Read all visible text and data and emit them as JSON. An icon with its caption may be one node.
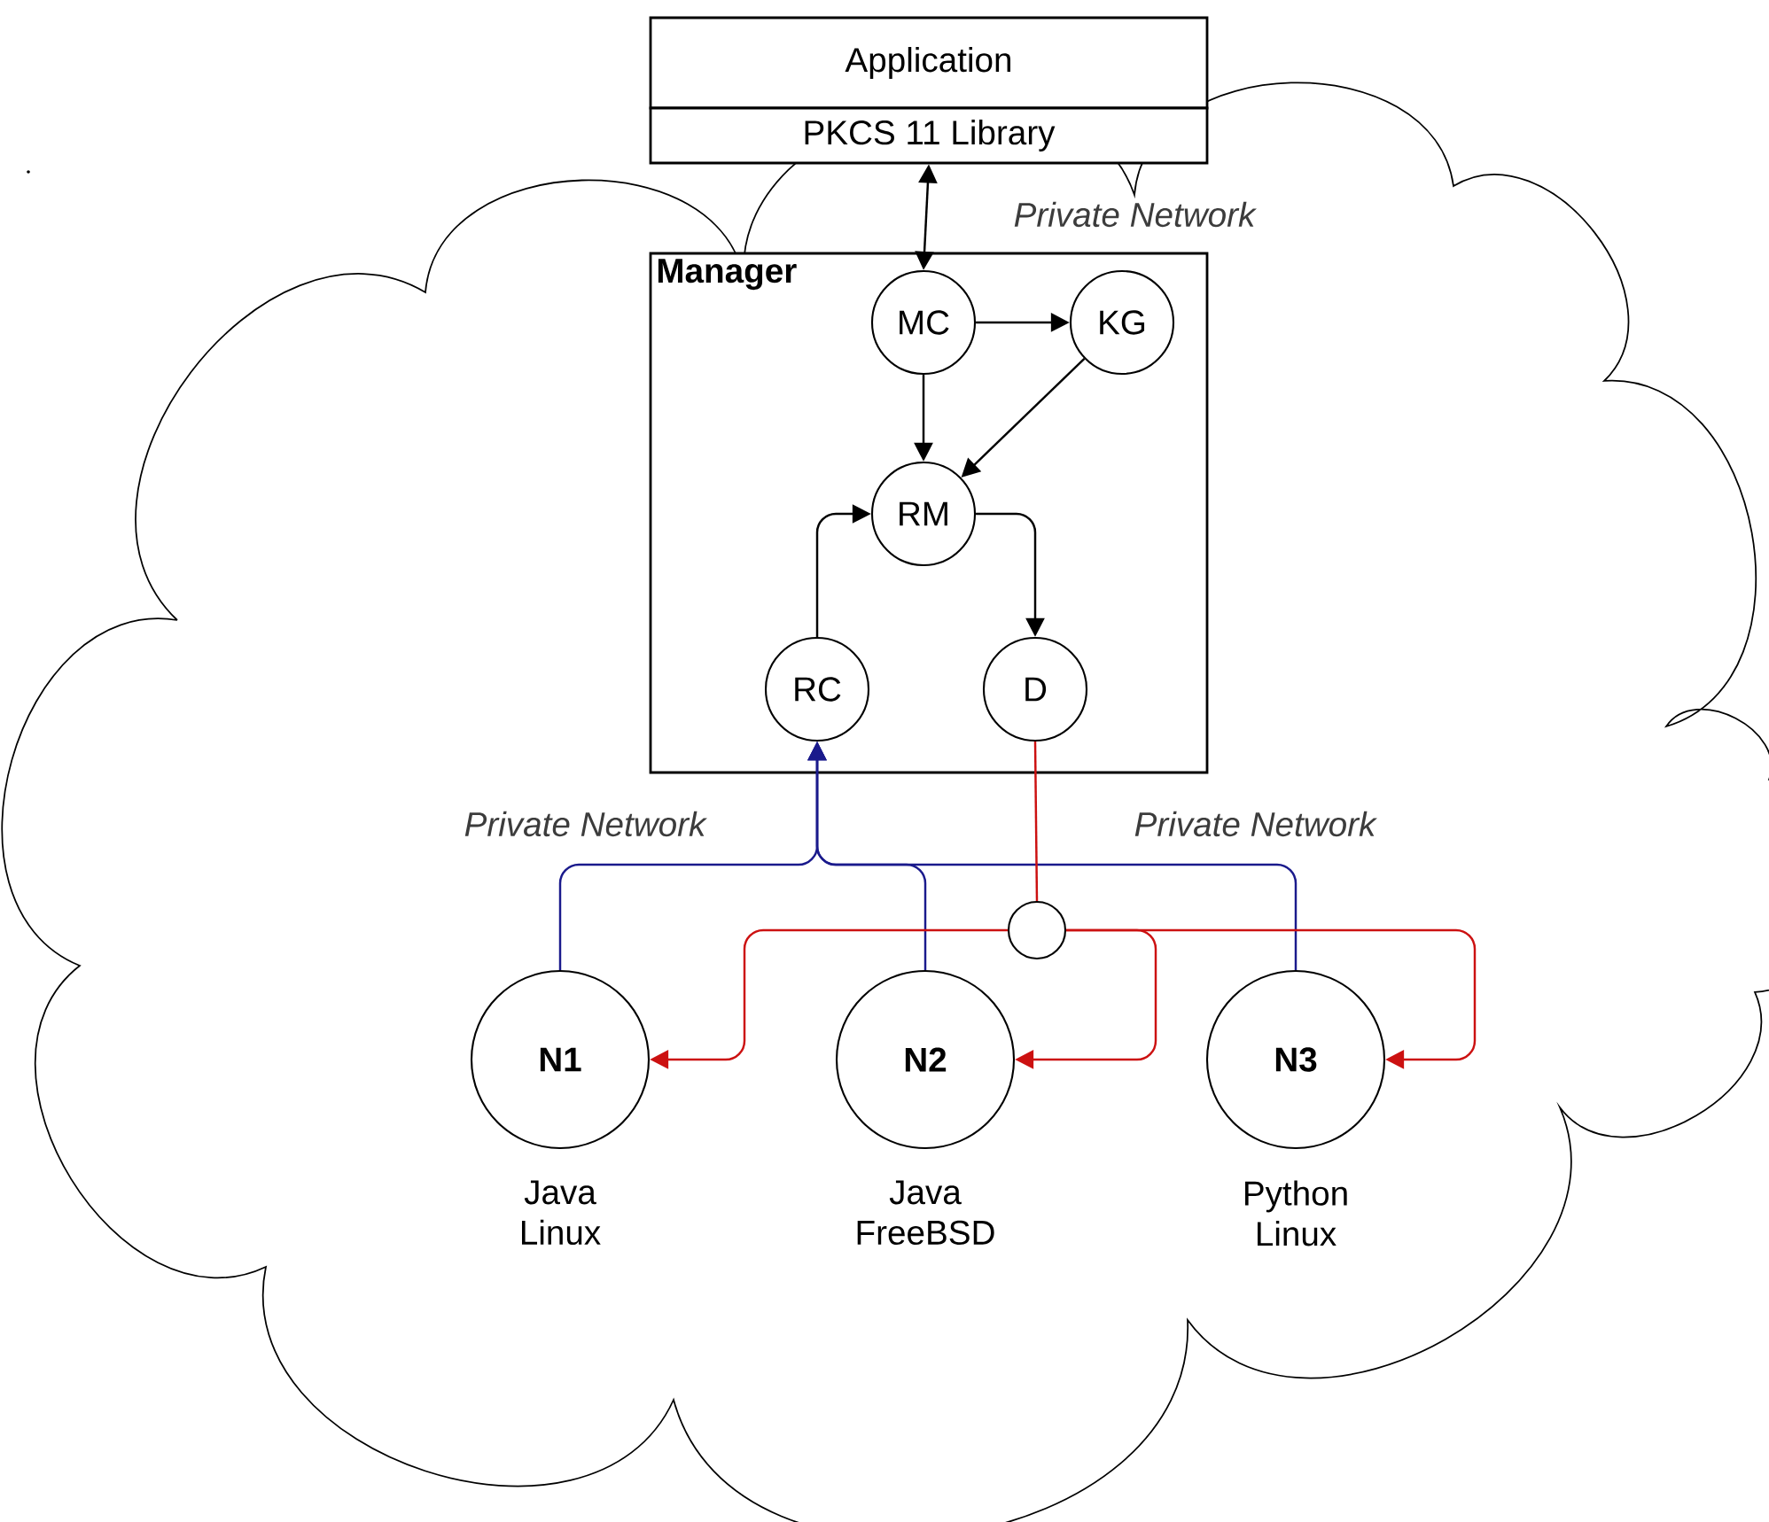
{
  "diagram": {
    "nodes": [
      {
        "text": [
          "Application"
        ]
      },
      {
        "text": [
          "PKCS 11 Library"
        ]
      },
      {
        "text": [
          "Manager"
        ]
      },
      {
        "text": [
          "MC"
        ],
        "in": 2
      },
      {
        "text": [
          "KG"
        ],
        "in": 2
      },
      {
        "text": [
          "RM"
        ],
        "in": 2
      },
      {
        "text": [
          "RC"
        ],
        "in": 2
      },
      {
        "text": [
          "D"
        ],
        "in": 2
      },
      {
        "text": [],
        "shape": "circle"
      },
      {
        "text": [
          "N1"
        ],
        "beside": [
          "Java Linux"
        ]
      },
      {
        "text": [
          "N2"
        ],
        "beside": [
          "Java FreeBSD"
        ]
      },
      {
        "text": [
          "N3"
        ],
        "beside": [
          "Python Linux"
        ]
      }
    ],
    "edges": [
      {
        "from": 1,
        "to": 3,
        "arrow": "both"
      },
      {
        "from": 3,
        "to": 4,
        "arrow": "to"
      },
      {
        "from": 3,
        "to": 5,
        "arrow": "to"
      },
      {
        "from": 4,
        "to": 5,
        "arrow": "to"
      },
      {
        "from": 6,
        "to": 5,
        "arrow": "to"
      },
      {
        "from": 5,
        "to": 7,
        "arrow": "to"
      },
      {
        "from": 9,
        "to": 6,
        "arrow": "to",
        "color": "#1a1a8c"
      },
      {
        "from": 10,
        "to": 6,
        "arrow": "to",
        "color": "#1a1a8c"
      },
      {
        "from": 11,
        "to": 6,
        "arrow": "to",
        "color": "#1a1a8c"
      },
      {
        "from": 7,
        "to": 8,
        "arrow": "none",
        "color": "#cc1111"
      },
      {
        "from": 8,
        "to": 9,
        "arrow": "to",
        "color": "#cc1111"
      },
      {
        "from": 8,
        "to": 10,
        "arrow": "to",
        "color": "#cc1111"
      },
      {
        "from": 8,
        "to": 11,
        "arrow": "to",
        "color": "#cc1111"
      }
    ],
    "labels": [
      "Private Network",
      "Private Network",
      "Private Network"
    ]
  }
}
